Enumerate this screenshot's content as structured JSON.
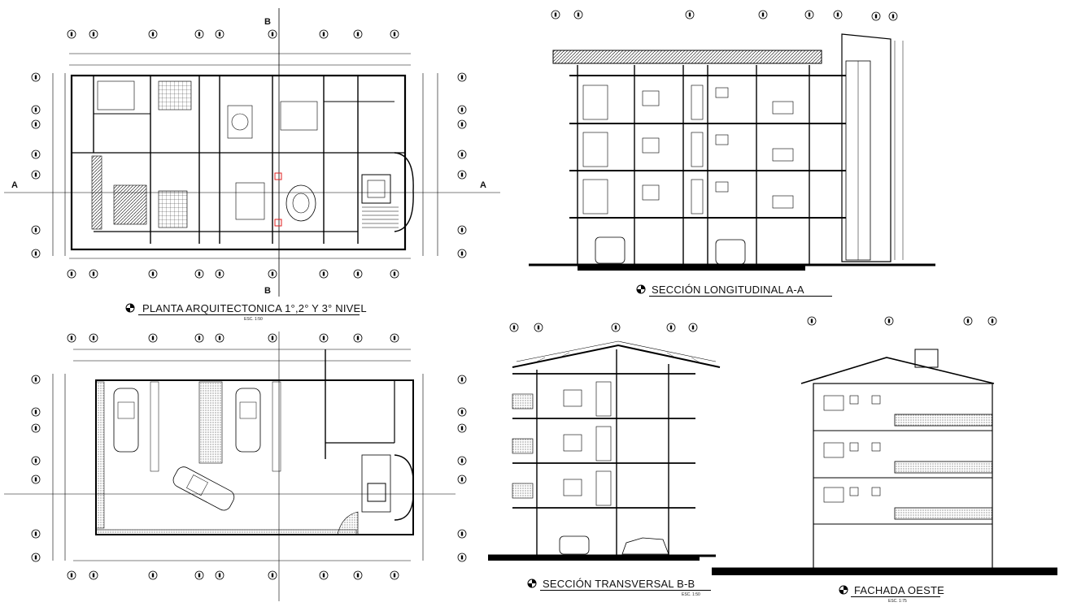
{
  "titles": {
    "plan_upper": "PLANTA ARQUITECTONICA 1°,2° Y 3° NIVEL",
    "section_long": "SECCIÓN LONGITUDINAL A-A",
    "section_trans": "SECCIÓN TRANSVERSAL B-B",
    "facade": "FACHADA OESTE"
  },
  "scales": {
    "plan_upper": "ESC. 1:50",
    "section_trans": "ESC. 1:50",
    "facade": "ESC. 1:75"
  },
  "section_markers": {
    "a": "A",
    "b": "B"
  }
}
